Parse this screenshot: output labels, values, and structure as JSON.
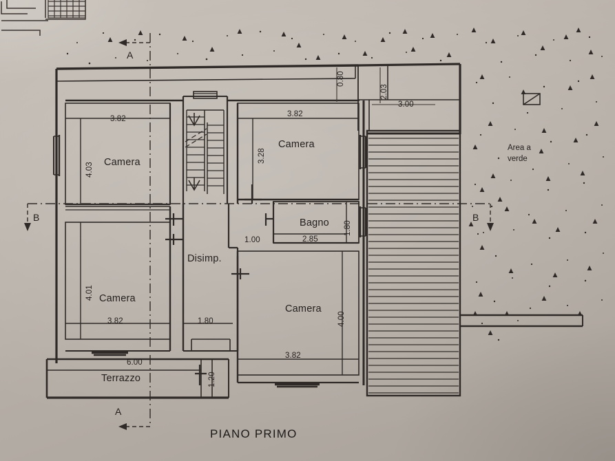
{
  "drawing": {
    "title": "PIANO PRIMO",
    "type": "architectural-floor-plan",
    "language": "it"
  },
  "rooms": [
    {
      "id": "camera-top-left",
      "label": "Camera",
      "width": "3.82",
      "height": "4.03"
    },
    {
      "id": "camera-top-right",
      "label": "Camera",
      "width": "3.82",
      "height": "3.28"
    },
    {
      "id": "camera-bottom-left",
      "label": "Camera",
      "width": "3.82",
      "height": "4.01"
    },
    {
      "id": "camera-bottom-right",
      "label": "Camera",
      "width": "3.82",
      "height": "4.00"
    },
    {
      "id": "bagno",
      "label": "Bagno",
      "width": "2.85",
      "height": "1.80"
    },
    {
      "id": "disimpegno",
      "label": "Disimp.",
      "width": "1.80",
      "height": ""
    },
    {
      "id": "terrazzo",
      "label": "Terrazzo",
      "width": "6.00",
      "height": "1.20"
    }
  ],
  "dimensions": {
    "camera_tl_w": "3.82",
    "camera_tl_h": "4.03",
    "camera_tr_w": "3.82",
    "camera_tr_h": "3.28",
    "camera_bl_w": "3.82",
    "camera_bl_h": "4.01",
    "camera_br_w": "3.82",
    "camera_br_h": "4.00",
    "bagno_w": "2.85",
    "bagno_h": "1.80",
    "disimp_w": "1.80",
    "disimp_door": "1.00",
    "terrazzo_w": "6.00",
    "terrazzo_h": "1.20",
    "balcony_top_h": "0.80",
    "balcony_right_h": "2.03",
    "balcony_right_w": "3.00"
  },
  "annotations": {
    "area_verde_line1": "Area a",
    "area_verde_line2": "verde",
    "section_a_top": "A",
    "section_a_bottom": "A",
    "section_b_left": "B",
    "section_b_right": "B"
  },
  "colors": {
    "paper": "#bbb4ac",
    "ink": "#2f2a27",
    "ink_light": "#4a4340"
  }
}
